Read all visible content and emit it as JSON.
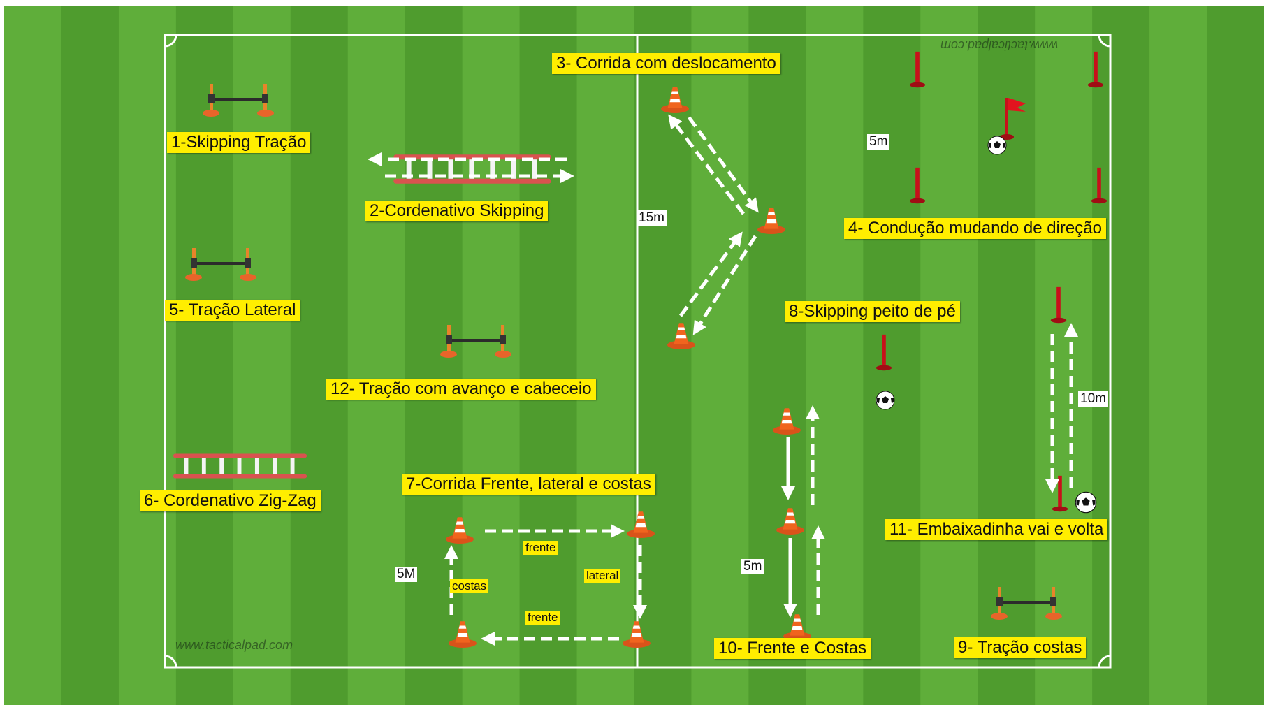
{
  "colors": {
    "grass_light": "#5fae3a",
    "grass_dark": "#4f9c2e",
    "line": "#ffffff",
    "label_bg": "#ffee00",
    "cone": "#f0641e",
    "pole": "#c8101a"
  },
  "watermarks": {
    "bottom_left": "www.tacticalpad.com",
    "top_right": "www.tacticalpad.com"
  },
  "stations": {
    "s1": "1-Skipping Tração",
    "s2": "2-Cordenativo Skipping",
    "s3": "3- Corrida com deslocamento",
    "s4": "4- Condução mudando de direção",
    "s5": "5- Tração Lateral",
    "s6": "6- Cordenativo Zig-Zag",
    "s7": "7-Corrida Frente, lateral e costas",
    "s8": "8-Skipping peito de pé",
    "s9": "9- Tração costas",
    "s10": "10- Frente e Costas",
    "s11": "11- Embaixadinha vai e volta",
    "s12": "12- Tração com avanço e cabeceio"
  },
  "distances": {
    "d_15m": "15m",
    "d_5m_top": "5m",
    "d_10m": "10m",
    "d_5M": "5M",
    "d_5m_bottom": "5m"
  },
  "movement_words": {
    "frente_top": "frente",
    "lateral": "lateral",
    "costas": "costas",
    "frente_bottom": "frente"
  },
  "icons": {
    "cone": "cone-icon",
    "pole": "pole-icon",
    "hurdle": "hurdle-icon",
    "ladder": "agility-ladder-icon",
    "ball": "soccer-ball-icon",
    "flag": "corner-flag-icon",
    "arrow": "dashed-arrow-icon"
  }
}
